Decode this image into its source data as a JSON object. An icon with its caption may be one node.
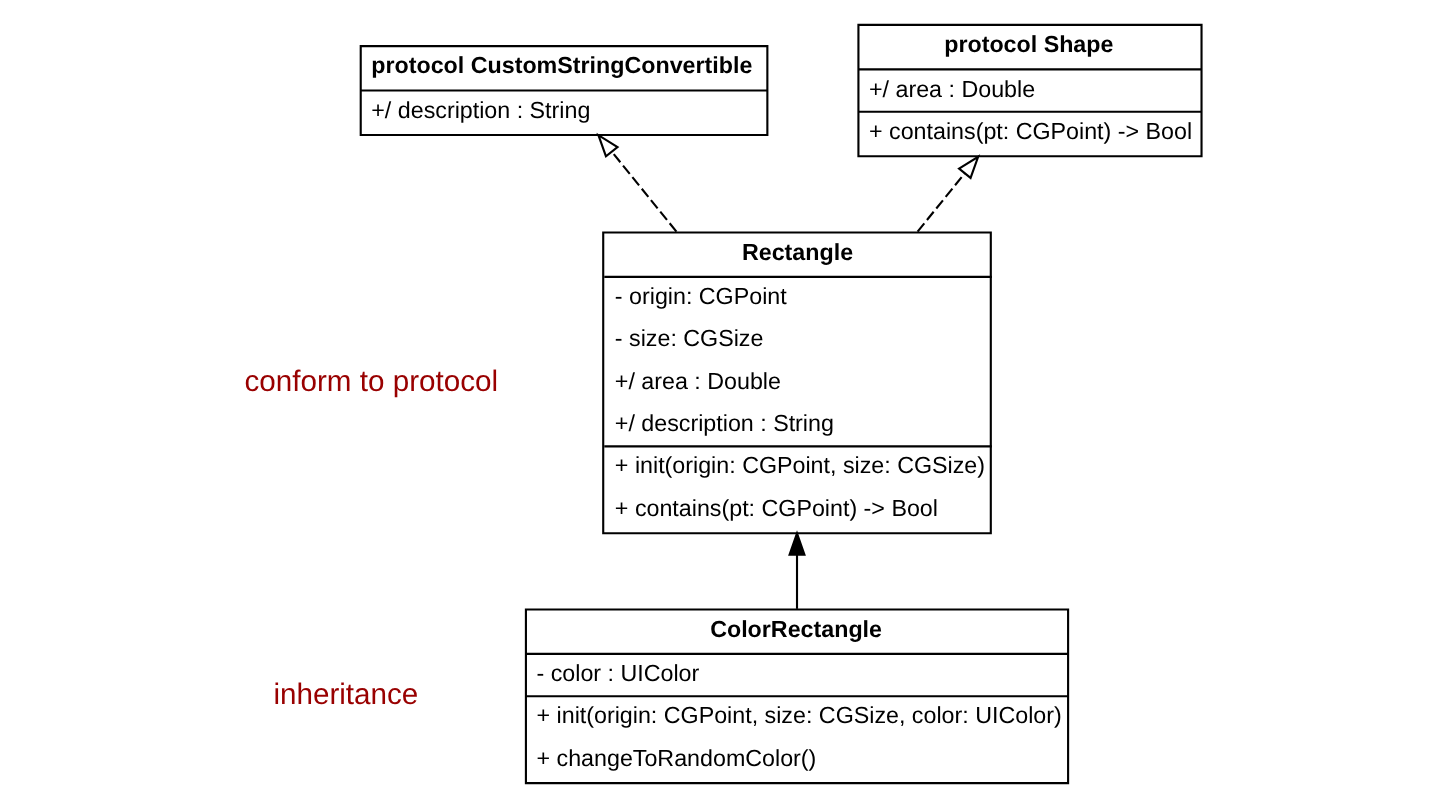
{
  "diagram": {
    "nodes": [
      {
        "text": [
          "protocol CustomStringConvertible",
          "+/ description : String"
        ]
      },
      {
        "text": [
          "protocol Shape",
          "+/ area : Double",
          "+ contains(pt: CGPoint) -> Bool"
        ]
      },
      {
        "text": [
          "Rectangle",
          "- origin: CGPoint",
          "- size: CGSize",
          "+/ area : Double",
          "+/ description : String",
          "+ init(origin: CGPoint, size: CGSize)",
          "+ contains(pt: CGPoint) -> Bool"
        ]
      },
      {
        "text": [
          "ColorRectangle",
          "- color : UIColor",
          "+ init(origin: CGPoint, size: CGSize, color: UIColor)",
          "+ changeToRandomColor()"
        ]
      }
    ],
    "edges": [
      {
        "from": 2,
        "to": 0,
        "arrow": "to",
        "style": "dashed"
      },
      {
        "from": 2,
        "to": 1,
        "arrow": "to",
        "style": "dashed"
      },
      {
        "from": 3,
        "to": 2,
        "arrow": "to"
      }
    ],
    "labels": [
      "conform to protocol",
      "inheritance"
    ]
  }
}
